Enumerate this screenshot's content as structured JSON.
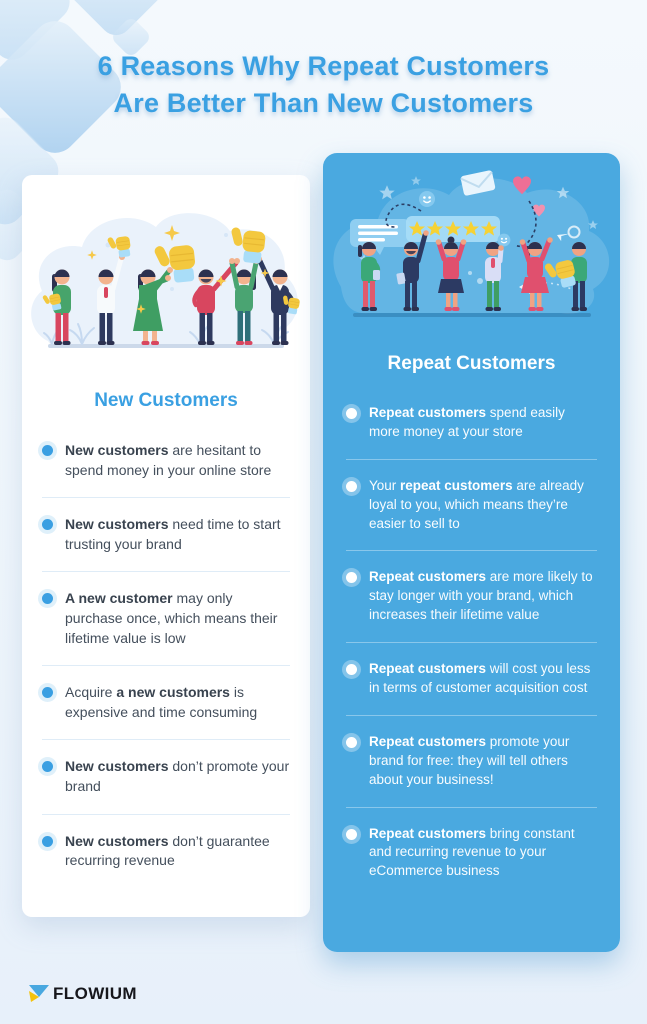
{
  "title": {
    "line1": "6 Reasons Why Repeat Customers",
    "line2": "Are Better Than New Customers"
  },
  "new_customers": {
    "heading": "New Customers",
    "items": [
      {
        "prefix": "",
        "bold": "New customers",
        "rest": " are hesitant to spend money in your online store"
      },
      {
        "prefix": "",
        "bold": "New customers",
        "rest": " need time to start trusting your brand"
      },
      {
        "prefix": "",
        "bold": "A new customer",
        "rest": " may only purchase once, which means their lifetime value is low"
      },
      {
        "prefix": "Acquire ",
        "bold": "a new customers",
        "rest": " is expensive and time consuming"
      },
      {
        "prefix": "",
        "bold": "New customers",
        "rest": " don’t promote your brand"
      },
      {
        "prefix": "",
        "bold": "New customers",
        "rest": " don’t guarantee recurring revenue"
      }
    ]
  },
  "repeat_customers": {
    "heading": "Repeat Customers",
    "items": [
      {
        "prefix": "",
        "bold": "Repeat customers",
        "rest": " spend easily more money at your store"
      },
      {
        "prefix": "Your ",
        "bold": "repeat customers",
        "rest": " are already loyal to you, which means they’re easier to sell to"
      },
      {
        "prefix": "",
        "bold": "Repeat customers",
        "rest": " are more likely to stay longer with your brand, which increases their lifetime value"
      },
      {
        "prefix": "",
        "bold": "Repeat customers",
        "rest": " will cost you less in terms of customer acquisition cost"
      },
      {
        "prefix": "",
        "bold": "Repeat customers",
        "rest": " promote your brand for free: they will tell others about your business!"
      },
      {
        "prefix": "",
        "bold": "Repeat customers",
        "rest": " bring constant and recurring revenue to your eCommerce business"
      }
    ]
  },
  "footer": {
    "brand": "FLOWIUM"
  },
  "colors": {
    "accent_blue": "#3AA0E2",
    "panel_blue": "#4AA9E0",
    "text_dark": "#444F5C",
    "star_yellow": "#F6D235",
    "thumb_yellow": "#F3C83E",
    "logo_blue": "#49A8E0",
    "logo_yellow": "#F4C20D",
    "logo_black": "#17171C"
  },
  "icons": {
    "bullet_dot": "●",
    "rating_star": "★",
    "thumbs_up": "👍",
    "logo_mark": "flowium-arrow-triangle"
  }
}
